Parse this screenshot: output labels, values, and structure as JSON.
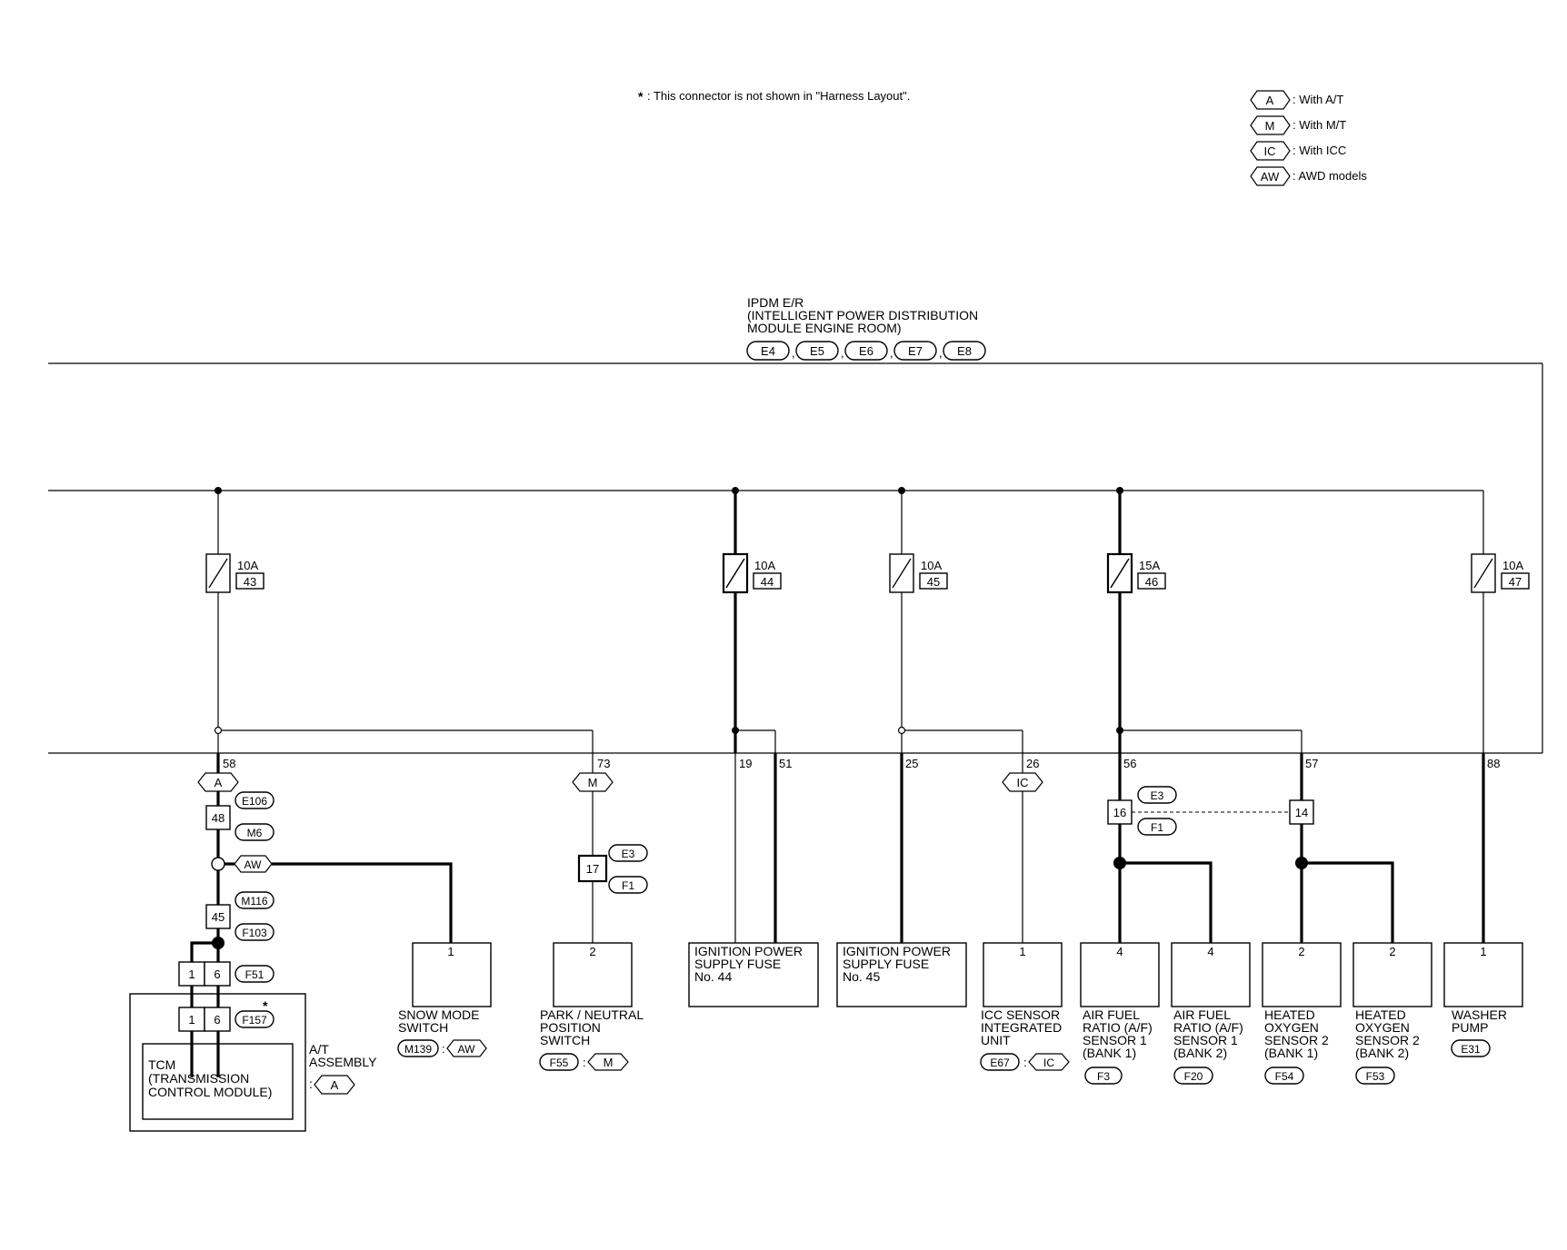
{
  "note": {
    "star": "*",
    "text": ": This connector is not shown in \"Harness Layout\"."
  },
  "legend": [
    {
      "code": "A",
      "text": ": With A/T"
    },
    {
      "code": "M",
      "text": ": With M/T"
    },
    {
      "code": "IC",
      "text": ": With ICC"
    },
    {
      "code": "AW",
      "text": ": AWD models"
    }
  ],
  "ipdm": {
    "line1": "IPDM E/R",
    "line2": "(INTELLIGENT POWER DISTRIBUTION",
    "line3": " MODULE ENGINE ROOM)",
    "connectors": [
      "E4",
      "E5",
      "E6",
      "E7",
      "E8"
    ]
  },
  "fuses": [
    {
      "rating": "10A",
      "number": "43"
    },
    {
      "rating": "10A",
      "number": "44"
    },
    {
      "rating": "10A",
      "number": "45"
    },
    {
      "rating": "15A",
      "number": "46"
    },
    {
      "rating": "10A",
      "number": "47"
    }
  ],
  "terminals": [
    "58",
    "73",
    "19",
    "51",
    "25",
    "26",
    "56",
    "57",
    "88"
  ],
  "options": {
    "a": "A",
    "m": "M",
    "ic": "IC",
    "aw": "AW"
  },
  "junctions": {
    "j1": {
      "pin": "48",
      "c1": "E106",
      "c2": "M6"
    },
    "j2": {
      "pin": "45",
      "c1": "M116",
      "c2": "F103"
    },
    "j3": {
      "pin": "17",
      "c1": "E3",
      "c2": "F1"
    },
    "j4": {
      "pin_left": "16",
      "pin_right": "14",
      "c1": "E3",
      "c2": "F1"
    },
    "f51": {
      "pin_left": "1",
      "pin_right": "6",
      "conn": "F51"
    },
    "f157": {
      "pin_left": "1",
      "pin_right": "6",
      "conn": "F157",
      "star": "*"
    }
  },
  "components": {
    "tcm": {
      "line1": "TCM",
      "line2": "(TRANSMISSION",
      "line3": " CONTROL MODULE)"
    },
    "at_assembly": {
      "line1": "A/T",
      "line2": "ASSEMBLY",
      "sep": ":",
      "opt": "A"
    },
    "snow": {
      "pin": "1",
      "line1": "SNOW MODE",
      "line2": "SWITCH",
      "conn": "M139",
      "sep": ":",
      "opt": "AW"
    },
    "pnp": {
      "pin": "2",
      "line1": "PARK / NEUTRAL",
      "line2": "POSITION",
      "line3": "SWITCH",
      "conn": "F55",
      "sep": ":",
      "opt": "M"
    },
    "fuse44": {
      "line1": "IGNITION POWER",
      "line2": "SUPPLY FUSE",
      "line3": "No. 44"
    },
    "fuse45": {
      "line1": "IGNITION POWER",
      "line2": "SUPPLY FUSE",
      "line3": "No. 45"
    },
    "icc": {
      "pin": "1",
      "line1": "ICC SENSOR",
      "line2": "INTEGRATED",
      "line3": "UNIT",
      "conn": "E67",
      "sep": ":",
      "opt": "IC"
    },
    "af1": {
      "pin": "4",
      "line1": "AIR FUEL",
      "line2": "RATIO (A/F)",
      "line3": "SENSOR 1",
      "line4": "(BANK 1)",
      "conn": "F3"
    },
    "af2": {
      "pin": "4",
      "line1": "AIR FUEL",
      "line2": "RATIO (A/F)",
      "line3": "SENSOR 1",
      "line4": "(BANK 2)",
      "conn": "F20"
    },
    "ho1": {
      "pin": "2",
      "line1": "HEATED",
      "line2": "OXYGEN",
      "line3": "SENSOR 2",
      "line4": "(BANK 1)",
      "conn": "F54"
    },
    "ho2": {
      "pin": "2",
      "line1": "HEATED",
      "line2": "OXYGEN",
      "line3": "SENSOR 2",
      "line4": "(BANK 2)",
      "conn": "F53"
    },
    "washer": {
      "pin": "1",
      "line1": "WASHER",
      "line2": "PUMP",
      "conn": "E31"
    }
  }
}
